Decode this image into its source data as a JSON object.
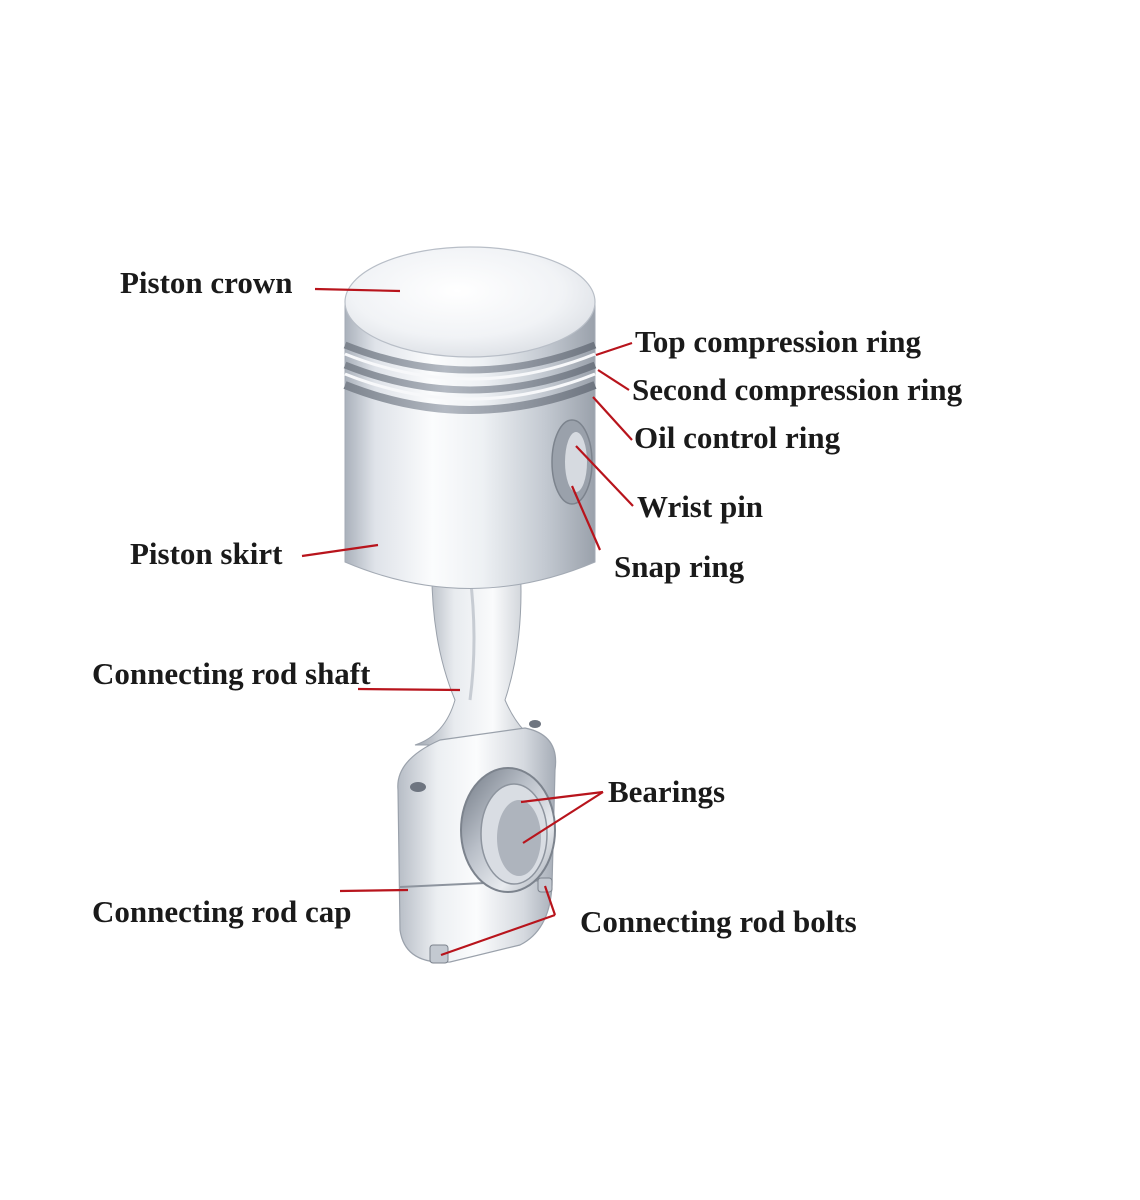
{
  "labels": {
    "piston_crown": "Piston crown",
    "top_compression_ring": "Top compression ring",
    "second_compression_ring": "Second compression ring",
    "oil_control_ring": "Oil control ring",
    "wrist_pin": "Wrist pin",
    "piston_skirt": "Piston skirt",
    "snap_ring": "Snap ring",
    "connecting_rod_shaft": "Connecting rod shaft",
    "bearings": "Bearings",
    "connecting_rod_cap": "Connecting rod cap",
    "connecting_rod_bolts": "Connecting rod bolts"
  },
  "colors": {
    "leader_line": "#b8141c",
    "label_text": "#1a1a1a",
    "metal_light": "#f2f4f7",
    "metal_mid": "#c9ced6",
    "metal_dark": "#8d949e",
    "background": "#ffffff"
  }
}
